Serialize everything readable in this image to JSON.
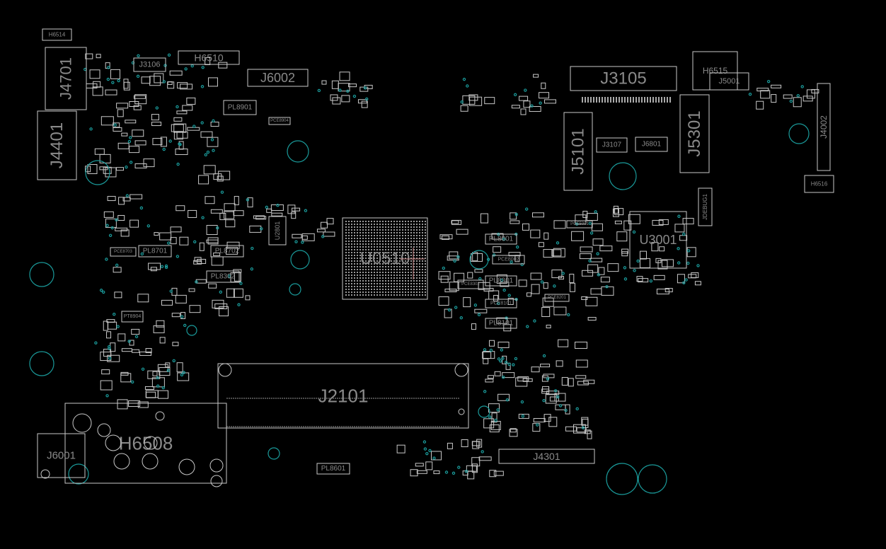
{
  "view": {
    "background_color": "#000000",
    "outline_color": "#c8c8c8",
    "via_color": "#1a9a9a",
    "label_color": "#8a8a8a"
  },
  "components": {
    "H6514": "H6514",
    "J4701": "J4701",
    "J4401": "J4401",
    "J3106": "J3106",
    "H6510": "H6510",
    "J6002": "J6002",
    "PL8901": "PL8901",
    "PCE8904": "PCE8904",
    "J3105": "J3105",
    "H6515": "H6515",
    "J5001": "J5001",
    "J5101": "J5101",
    "J3107": "J3107",
    "J6801": "J6801",
    "J5301": "J5301",
    "J4002": "J4002",
    "H6516": "H6516",
    "JDEBUG1": "JDEBUG1",
    "U2801": "U2801",
    "U0510": "U0510",
    "U3001": "U3001",
    "PCE8703": "PCE8703",
    "PL8701": "PL8701",
    "PL8702": "PL8702",
    "PL8302": "PL8302",
    "PL8001": "PL8001",
    "PCE8002": "PCE8002",
    "PCE8302": "PCE8302",
    "PL8301": "PL8301",
    "PCE8101": "PCE8101",
    "PL8101": "PL8101",
    "PCE5001": "PCE5001",
    "PCE8201": "PCE8201",
    "PT8904": "PT8904",
    "J2101": "J2101",
    "H6508": "H6508",
    "J6001": "J6001",
    "PL8601": "PL8601",
    "J4301": "J4301"
  }
}
